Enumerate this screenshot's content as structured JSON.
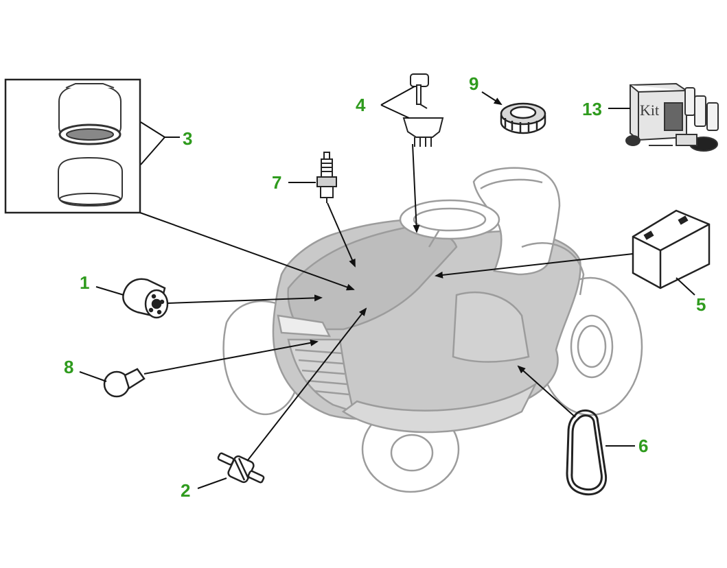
{
  "colors": {
    "callout": "#2f9b1e",
    "line": "#111111",
    "tractor_body": "#c9c9c9",
    "tractor_outline": "#9c9c9c",
    "inset_border": "#222222"
  },
  "callouts": [
    {
      "id": "1",
      "label": "1",
      "part": "oil-filter"
    },
    {
      "id": "2",
      "label": "2",
      "part": "fuel-filter"
    },
    {
      "id": "3",
      "label": "3",
      "part": "air-filter-set"
    },
    {
      "id": "4",
      "label": "4",
      "part": "ignition-key-and-switch"
    },
    {
      "id": "5",
      "label": "5",
      "part": "battery"
    },
    {
      "id": "6",
      "label": "6",
      "part": "drive-belt"
    },
    {
      "id": "7",
      "label": "7",
      "part": "spark-plug"
    },
    {
      "id": "8",
      "label": "8",
      "part": "headlight-bulb"
    },
    {
      "id": "9",
      "label": "9",
      "part": "fuel-cap"
    },
    {
      "id": "13",
      "label": "13",
      "part": "maintenance-kit"
    }
  ],
  "kit_box_text": "Kit"
}
